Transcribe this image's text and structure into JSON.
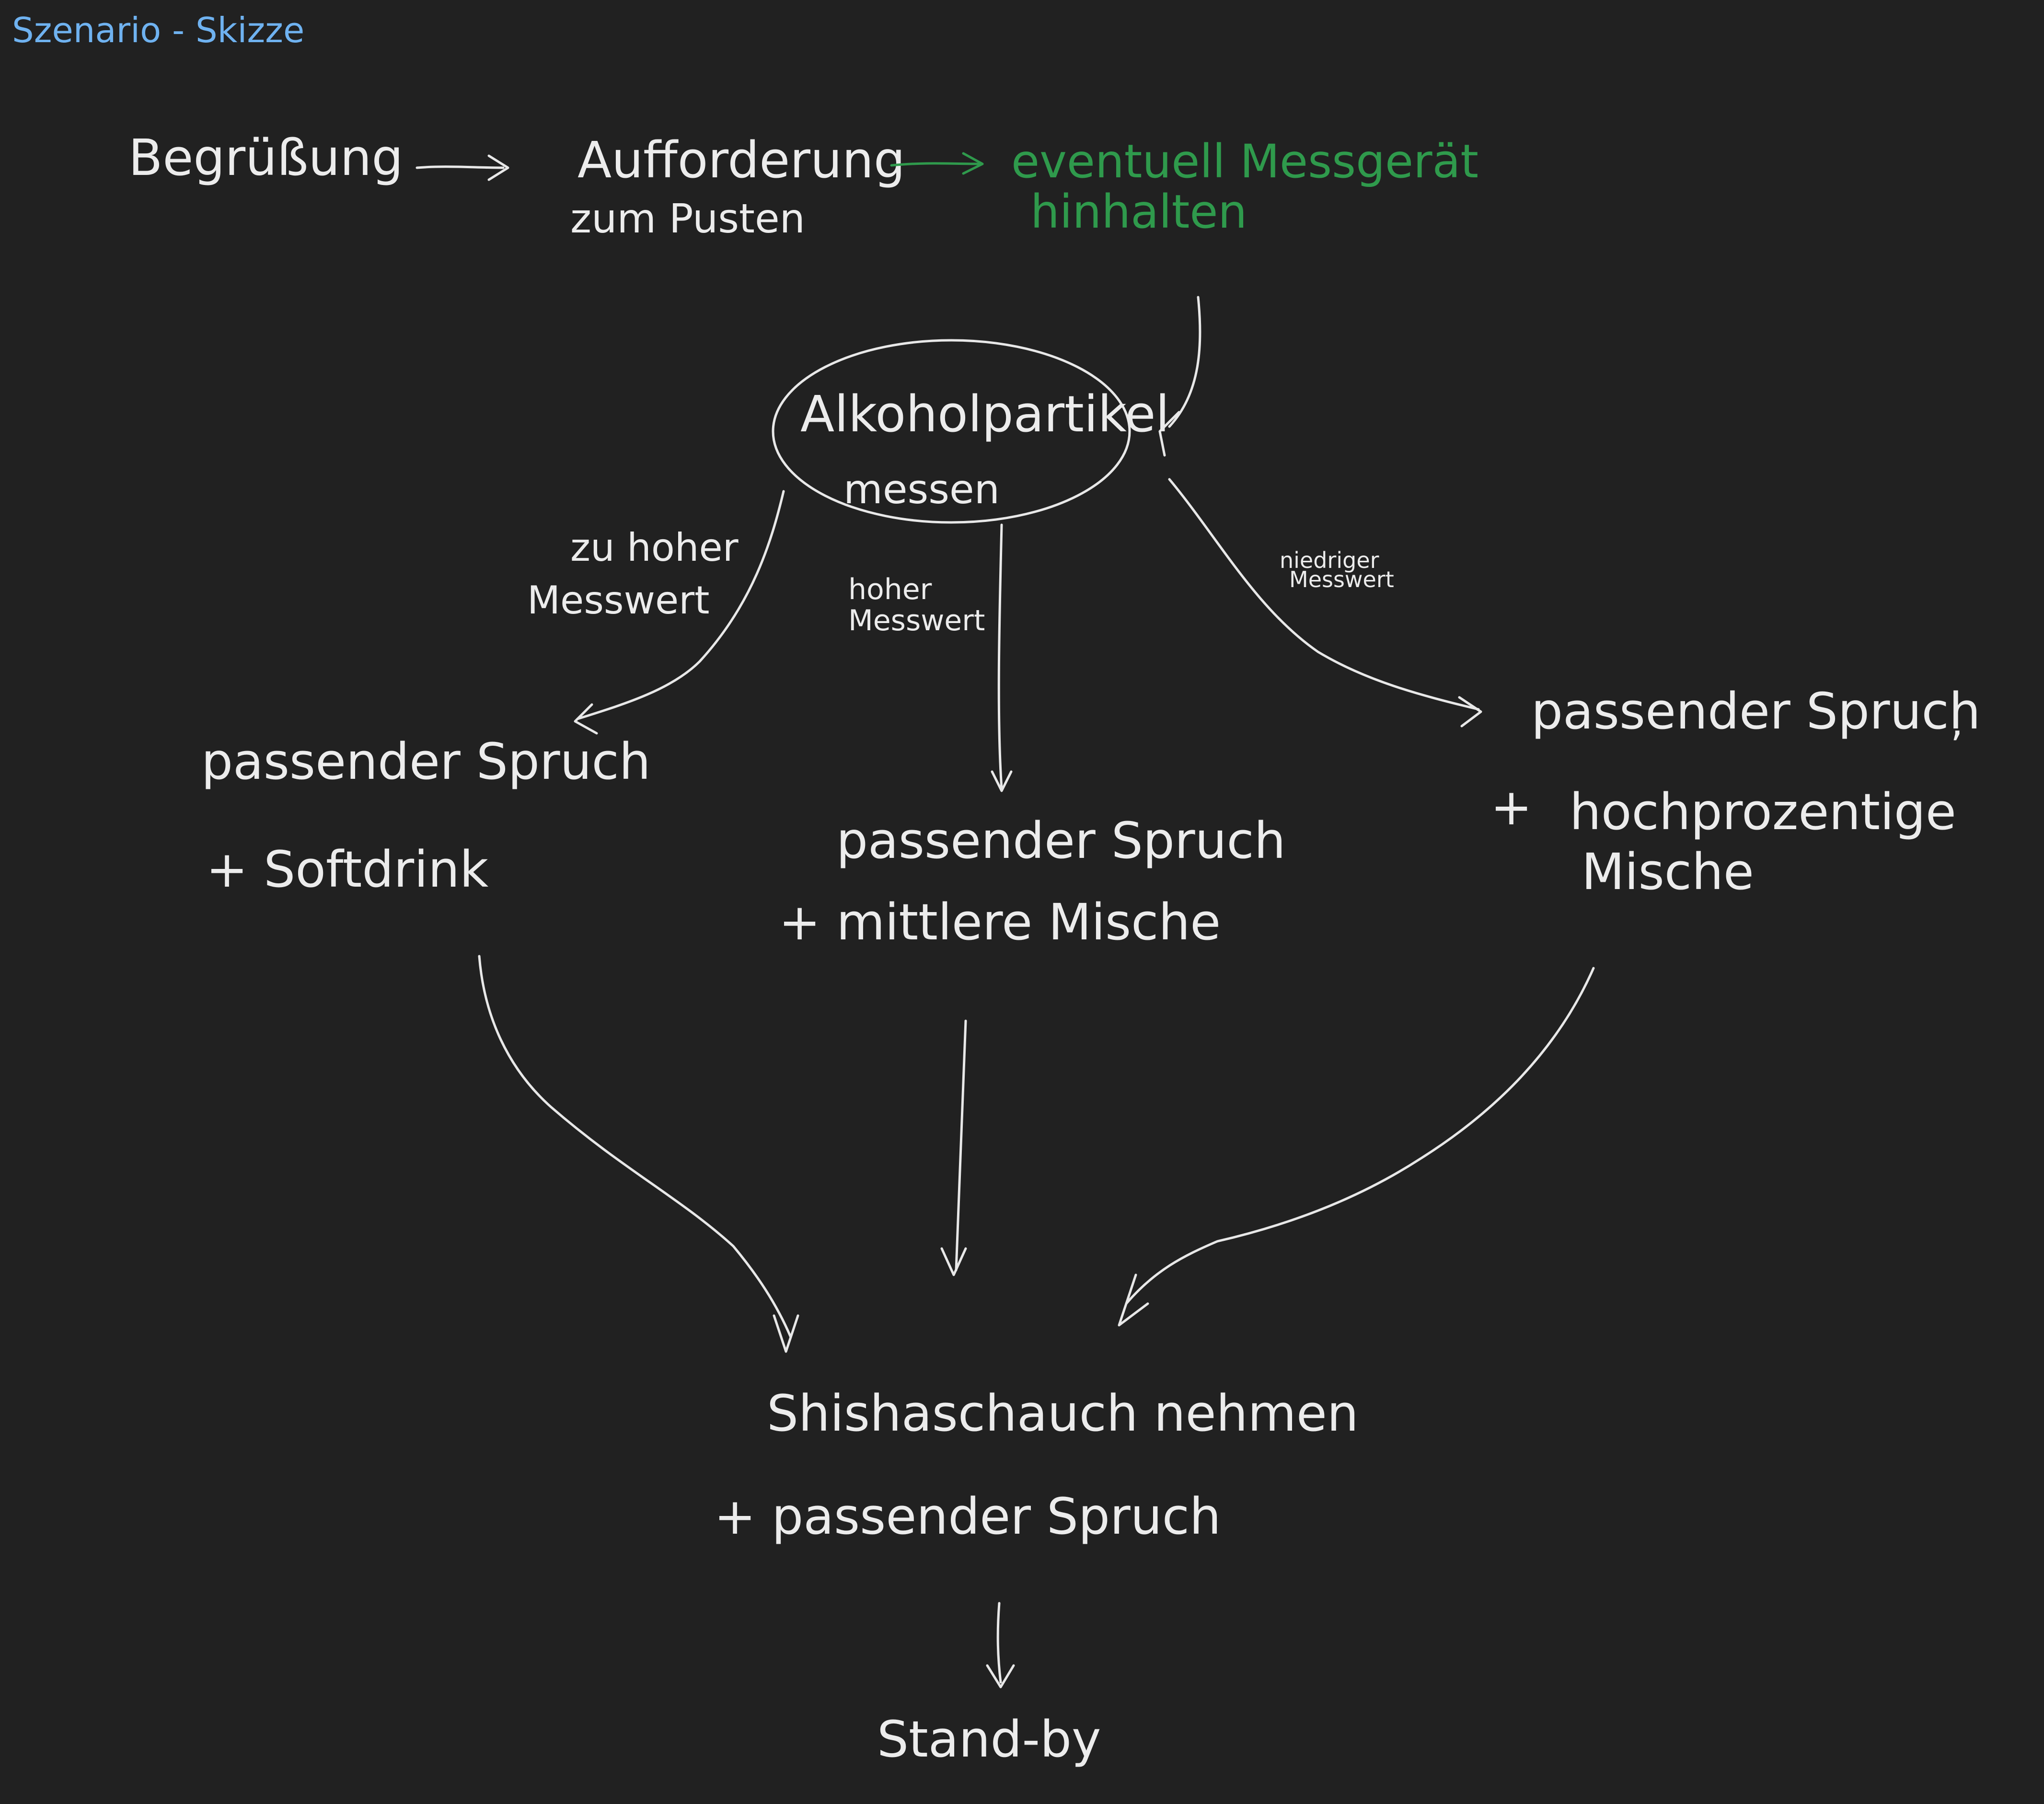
{
  "title": "Szenario - Skizze",
  "nodes": {
    "greeting": "Begrüßung",
    "prompt_line1": "Aufforderung",
    "prompt_line2": "zum Pusten",
    "optional_line1": "eventuell Messgerät",
    "optional_line2": "hinhalten",
    "measure_line1": "Alkoholpartikel",
    "measure_line2": "messen",
    "left_line1": "passender Spruch",
    "left_line2": "+  Softdrink",
    "middle_line1": "passender Spruch",
    "middle_line2": "+ mittlere  Mische",
    "right_line1": "passender Spruch",
    "right_comma": ",",
    "right_plus": "+",
    "right_line2": "hochprozentige",
    "right_line3": "Mische",
    "bottom_line1": "Shishaschauch nehmen",
    "bottom_line2": "+ passender Spruch",
    "standby": "Stand-by"
  },
  "edge_labels": {
    "too_high_line1": "zu hoher",
    "too_high_line2": "Messwert",
    "high_line1": "hoher",
    "high_line2": "Messwert",
    "low_line1": "niedriger",
    "low_line2": "Messwert"
  },
  "colors": {
    "background": "#212121",
    "ink": "#e8e8e8",
    "title": "#6fb2f0",
    "optional": "#2f9a4c"
  }
}
